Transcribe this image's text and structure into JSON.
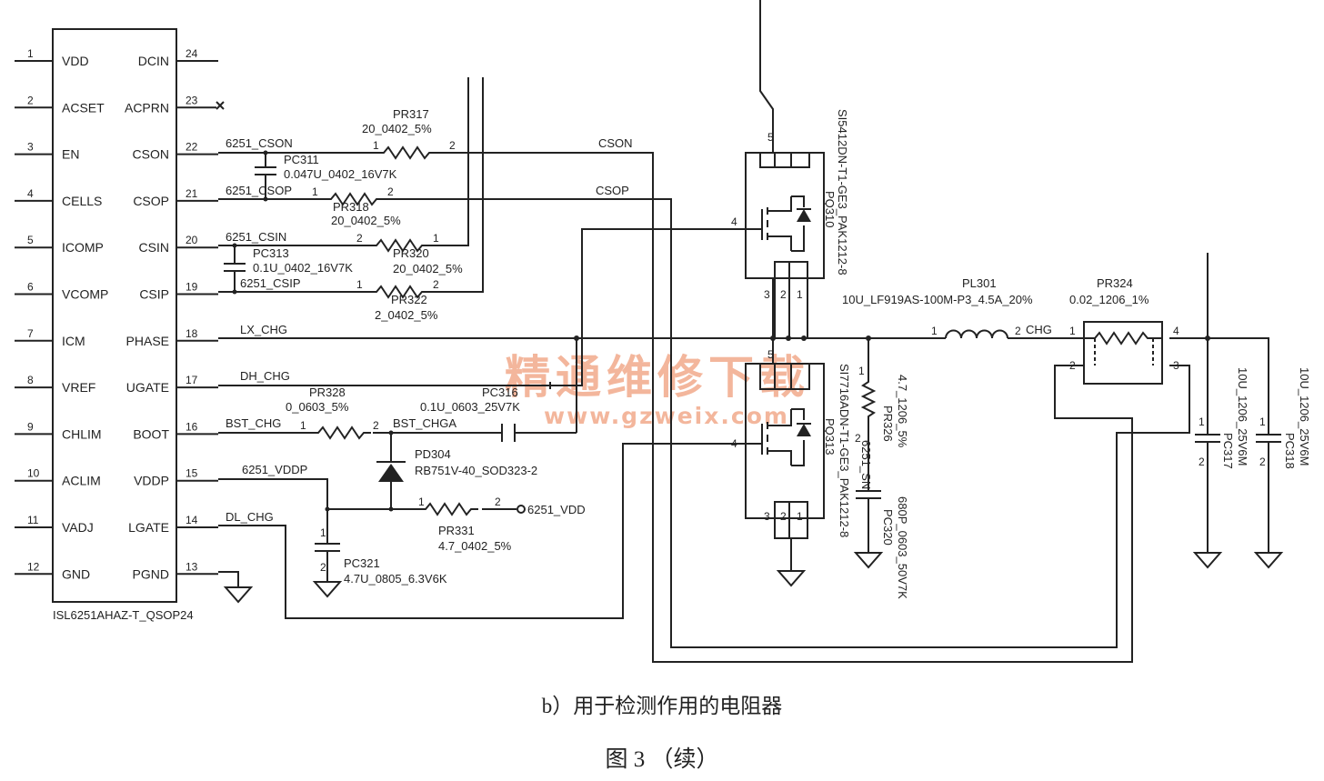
{
  "ic": {
    "part": "ISL6251AHAZ-T_QSOP24",
    "left": [
      {
        "num": "1",
        "name": "VDD"
      },
      {
        "num": "2",
        "name": "ACSET"
      },
      {
        "num": "3",
        "name": "EN"
      },
      {
        "num": "4",
        "name": "CELLS"
      },
      {
        "num": "5",
        "name": "ICOMP"
      },
      {
        "num": "6",
        "name": "VCOMP"
      },
      {
        "num": "7",
        "name": "ICM"
      },
      {
        "num": "8",
        "name": "VREF"
      },
      {
        "num": "9",
        "name": "CHLIM"
      },
      {
        "num": "10",
        "name": "ACLIM"
      },
      {
        "num": "11",
        "name": "VADJ"
      },
      {
        "num": "12",
        "name": "GND"
      }
    ],
    "right": [
      {
        "num": "24",
        "name": "DCIN"
      },
      {
        "num": "23",
        "name": "ACPRN"
      },
      {
        "num": "22",
        "name": "CSON"
      },
      {
        "num": "21",
        "name": "CSOP"
      },
      {
        "num": "20",
        "name": "CSIN"
      },
      {
        "num": "19",
        "name": "CSIP"
      },
      {
        "num": "18",
        "name": "PHASE"
      },
      {
        "num": "17",
        "name": "UGATE"
      },
      {
        "num": "16",
        "name": "BOOT"
      },
      {
        "num": "15",
        "name": "VDDP"
      },
      {
        "num": "14",
        "name": "LGATE"
      },
      {
        "num": "13",
        "name": "PGND"
      }
    ]
  },
  "nets": {
    "csonl": "6251_CSON",
    "csopl": "6251_CSOP",
    "csinl": "6251_CSIN",
    "csipl": "6251_CSIP",
    "lx": "LX_CHG",
    "dh": "DH_CHG",
    "bst": "BST_CHG",
    "bsta": "BST_CHGA",
    "vddp": "6251_VDDP",
    "dl": "DL_CHG",
    "cson": "CSON",
    "csop": "CSOP",
    "vdd": "6251_VDD",
    "chg": "CHG",
    "sn": "6251_SN"
  },
  "parts": {
    "pr317": {
      "ref": "PR317",
      "val": "20_0402_5%"
    },
    "pc311": {
      "ref": "PC311",
      "val": "0.047U_0402_16V7K"
    },
    "pr318": {
      "ref": "PR318",
      "val": "20_0402_5%"
    },
    "pr320": {
      "ref": "PR320",
      "val": "20_0402_5%"
    },
    "pc313": {
      "ref": "PC313",
      "val": "0.1U_0402_16V7K"
    },
    "pr322": {
      "ref": "PR322",
      "val": "2_0402_5%"
    },
    "pr328": {
      "ref": "PR328",
      "val": "0_0603_5%"
    },
    "pc316": {
      "ref": "PC316",
      "val": "0.1U_0603_25V7K"
    },
    "pd304": {
      "ref": "PD304",
      "val": "RB751V-40_SOD323-2"
    },
    "pr331": {
      "ref": "PR331",
      "val": "4.7_0402_5%"
    },
    "pc321": {
      "ref": "PC321",
      "val": "4.7U_0805_6.3V6K"
    },
    "pq310": {
      "ref": "PQ310",
      "val": "SI5412DN-T1-GE3_PAK1212-8"
    },
    "pq313": {
      "ref": "PQ313",
      "val": "SI7716ADN-T1-GE3_PAK1212-8"
    },
    "pr326": {
      "ref": "PR326",
      "val": "4.7_1206_5%"
    },
    "pc320": {
      "ref": "PC320",
      "val": "680P_0603_50V7K"
    },
    "pl301": {
      "ref": "PL301",
      "val": "10U_LF919AS-100M-P3_4.5A_20%"
    },
    "pr324": {
      "ref": "PR324",
      "val": "0.02_1206_1%"
    },
    "pc317": {
      "ref": "PC317",
      "val": "10U_1206_25V6M"
    },
    "pc318": {
      "ref": "PC318",
      "val": "10U_1206_25V6M"
    }
  },
  "watermark": {
    "cn": "精通维修下载",
    "url": "www.gzweix.com"
  },
  "caption": {
    "sub": "b）用于检测作用的电阻器",
    "fig": "图 3 （续）"
  }
}
